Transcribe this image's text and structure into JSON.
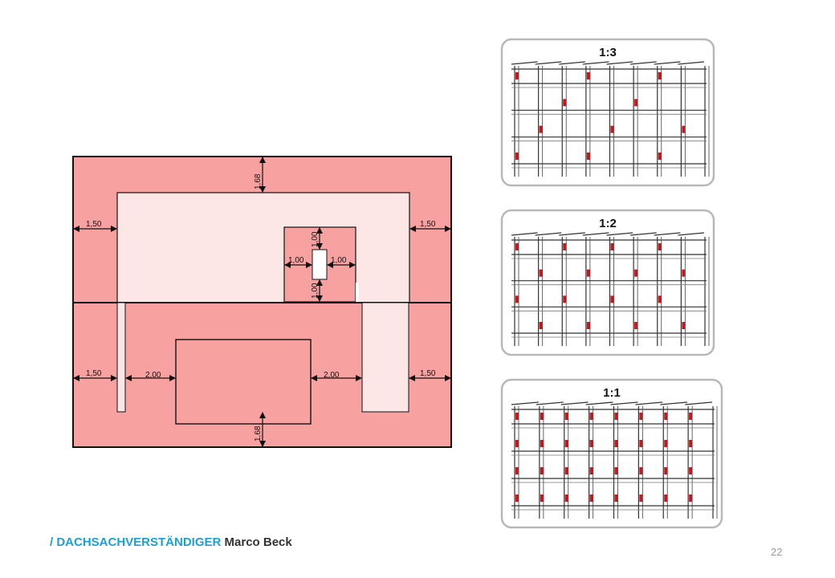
{
  "colors": {
    "zone_dark": "#f7a1a1",
    "zone_light": "#fde6e6",
    "line": "#111111",
    "fastener": "#c4171b",
    "brand": "#1aa0d8"
  },
  "plan": {
    "top_dimension": "1,68",
    "bottom_dimension": "1,68",
    "left_upper_dimension": "1,50",
    "right_upper_dimension": "1,50",
    "left_lower_dimension": "1,50",
    "right_lower_dimension": "1,50",
    "lower_left_gap": "2,00",
    "lower_right_gap": "2,00",
    "opening_top": "1,00",
    "opening_bottom": "1,00",
    "opening_left": "1,00",
    "opening_right": "1,00"
  },
  "panels": [
    {
      "label": "1:3",
      "ratio_denominator": 3
    },
    {
      "label": "1:2",
      "ratio_denominator": 2
    },
    {
      "label": "1:1",
      "ratio_denominator": 1
    }
  ],
  "footer": {
    "prefix": "/ DACHSACHVERSTÄNDIGER",
    "name": "Marco Beck"
  },
  "page_number": "22"
}
